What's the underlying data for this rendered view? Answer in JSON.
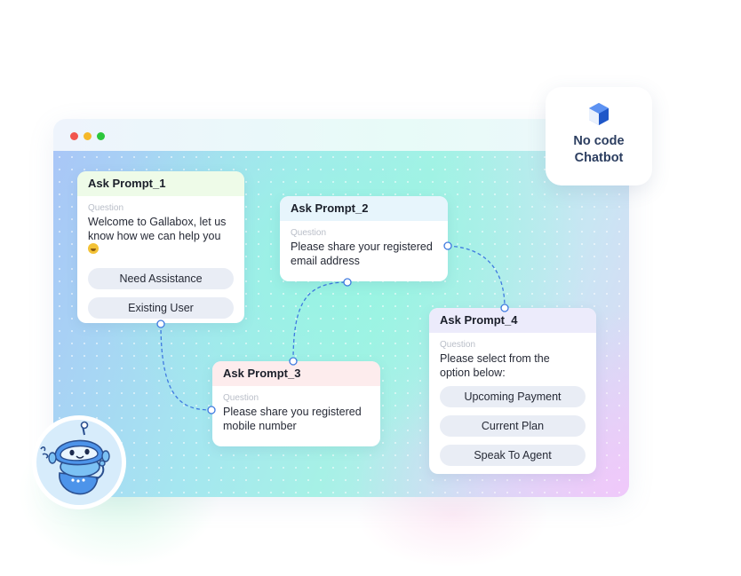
{
  "window": {
    "controls": [
      "close",
      "minimize",
      "maximize"
    ]
  },
  "badge": {
    "icon": "cube-icon",
    "line1": "No code",
    "line2": "Chatbot"
  },
  "cards": [
    {
      "title": "Ask Prompt_1",
      "question_label": "Question",
      "message": "Welcome to Gallabox, let us know how we can help you",
      "emoji": "grinning-face",
      "options": [
        "Need Assistance",
        "Existing User"
      ]
    },
    {
      "title": "Ask Prompt_2",
      "question_label": "Question",
      "message": "Please share your registered email address",
      "options": []
    },
    {
      "title": "Ask Prompt_3",
      "question_label": "Question",
      "message": "Please share you registered mobile number",
      "options": []
    },
    {
      "title": "Ask Prompt_4",
      "question_label": "Question",
      "message": "Please select from the option below:",
      "options": [
        "Upcoming Payment",
        "Current Plan",
        "Speak To Agent"
      ]
    }
  ],
  "colors": {
    "header_prompt_1": "#eefbe8",
    "header_prompt_2": "#e7f5fc",
    "header_prompt_3": "#fdeced",
    "header_prompt_4": "#ecebfb",
    "connector": "#3f7ae0",
    "badge_text": "#2c3e60",
    "cube": "#2f6fe4"
  },
  "mascot": "robot-mascot"
}
